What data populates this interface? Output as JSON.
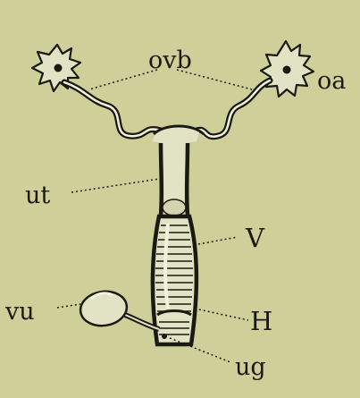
{
  "labels": {
    "ovb": "ovb",
    "oa": "oa",
    "ut": "ut",
    "v": "V",
    "h": "H",
    "vu": "vu",
    "ug": "ug"
  },
  "colors": {
    "background": "#cfcf9a",
    "ink": "#1a1a12",
    "tissue": "#e2e2c4",
    "highlight": "#f2f2de"
  }
}
